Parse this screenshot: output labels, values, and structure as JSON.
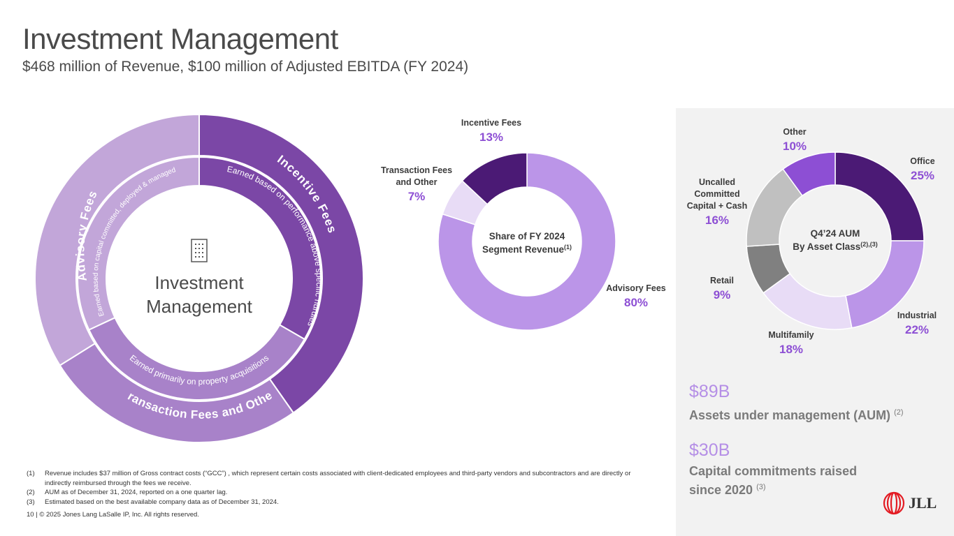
{
  "page": {
    "title": "Investment Management",
    "subtitle": "$468 million of Revenue, $100 million of Adjusted EBITDA (FY 2024)"
  },
  "diagram": {
    "center_label_1": "Investment",
    "center_label_2": "Management",
    "outer_advisory": "Advisory Fees",
    "outer_incentive": "Incentive Fees",
    "outer_transaction": "Transaction Fees and Other",
    "inner_advisory": "Earned based on capital committed, deployed & managed",
    "inner_incentive": "Earned based on performance above specific hurdles",
    "inner_transaction": "Earned primarily on property acquisitions",
    "icon": "building-icon"
  },
  "chart_data": [
    {
      "type": "pie",
      "center_label": [
        "Share of FY 2024",
        "Segment Revenue"
      ],
      "center_label_superscript": "(1)",
      "labels": [
        "Advisory Fees",
        "Transaction Fees and Other",
        "Incentive Fees"
      ],
      "label_lines": [
        [
          "Advisory Fees"
        ],
        [
          "Transaction Fees",
          "and Other"
        ],
        [
          "Incentive Fees"
        ]
      ],
      "values": [
        80,
        7,
        13
      ],
      "value_labels": [
        "80%",
        "7%",
        "13%"
      ],
      "colors": [
        "#bb95e8",
        "#e8dcf6",
        "#4b1a75"
      ]
    },
    {
      "type": "pie",
      "center_label": [
        "Q4’24 AUM",
        "By Asset Class"
      ],
      "center_label_superscript": "(2),(3)",
      "labels": [
        "Office",
        "Industrial",
        "Multifamily",
        "Retail",
        "Uncalled Committed Capital + Cash",
        "Other"
      ],
      "label_lines": [
        [
          "Office"
        ],
        [
          "Industrial"
        ],
        [
          "Multifamily"
        ],
        [
          "Retail"
        ],
        [
          "Uncalled",
          "Committed",
          "Capital + Cash"
        ],
        [
          "Other"
        ]
      ],
      "values": [
        25,
        22,
        18,
        9,
        16,
        10
      ],
      "value_labels": [
        "25%",
        "22%",
        "18%",
        "9%",
        "16%",
        "10%"
      ],
      "colors": [
        "#4b1a75",
        "#bb95e8",
        "#e8dcf6",
        "#808080",
        "#c0c0c0",
        "#8d4fd4"
      ]
    }
  ],
  "stats": {
    "aum_value": "$89B",
    "aum_label": "Assets under management (AUM)",
    "aum_sup": "(2)",
    "cap_value": "$30B",
    "cap_label_1": "Capital commitments raised",
    "cap_label_2": "since 2020",
    "cap_sup": "(3)"
  },
  "footnotes": [
    {
      "num": "(1)",
      "text": "Revenue includes $37 million of Gross contract costs (“GCC”) , which represent certain costs associated with client-dedicated employees and third-party vendors and subcontractors and are directly or indirectly reimbursed through the fees we receive."
    },
    {
      "num": "(2)",
      "text": "AUM as of December 31, 2024, reported on a one quarter lag."
    },
    {
      "num": "(3)",
      "text": "Estimated based on the best available company data as of December 31, 2024."
    }
  ],
  "footer": "10 | © 2025 Jones Lang LaSalle IP, Inc. All rights reserved.",
  "logo": {
    "text": "JLL",
    "icon": "jll-logo-icon"
  },
  "colors": {
    "accent": "#b58fe6",
    "label_purple": "#8d4fd4",
    "outer_advisory": "#c2a6d9",
    "outer_incentive": "#7b47a6",
    "outer_transaction": "#a882c9",
    "inner_advisory": "#c2a6d9",
    "inner_incentive": "#7b47a6",
    "inner_transaction": "#a882c9"
  }
}
